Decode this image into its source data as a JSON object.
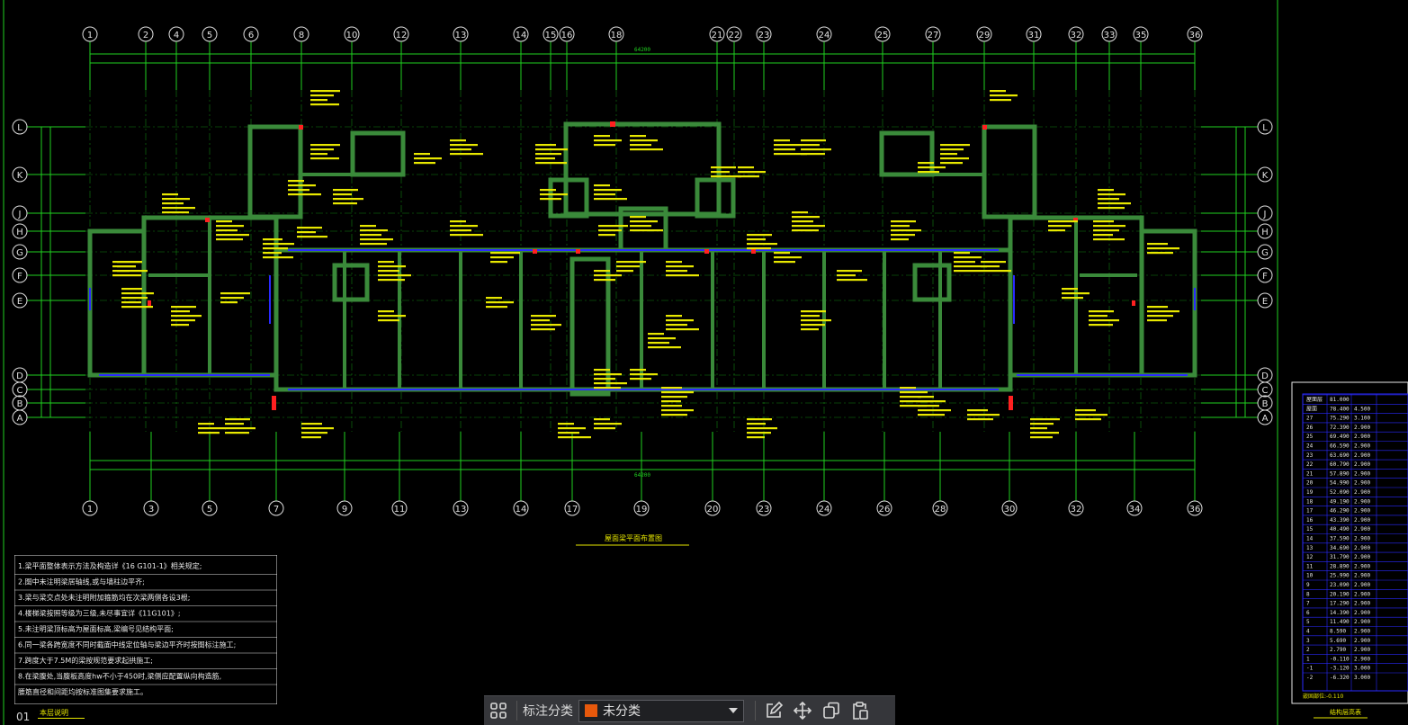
{
  "top_axes": [
    "1",
    "2",
    "4",
    "5",
    "6",
    "8",
    "10",
    "12",
    "13",
    "14",
    "15",
    "16",
    "18",
    "21",
    "22",
    "23",
    "24",
    "25",
    "27",
    "29",
    "31",
    "32",
    "33",
    "35",
    "36"
  ],
  "top_axes_x": [
    100,
    162,
    196,
    233,
    279,
    335,
    391,
    446,
    512,
    579,
    612,
    630,
    685,
    797,
    816,
    849,
    916,
    981,
    1037,
    1094,
    1149,
    1196,
    1233,
    1268,
    1328
  ],
  "bottom_axes": [
    "1",
    "3",
    "5",
    "7",
    "9",
    "11",
    "13",
    "14",
    "17",
    "19",
    "20",
    "23",
    "24",
    "26",
    "28",
    "30",
    "32",
    "34",
    "36"
  ],
  "bottom_axes_x": [
    100,
    168,
    233,
    307,
    383,
    444,
    512,
    579,
    636,
    713,
    792,
    849,
    916,
    983,
    1045,
    1122,
    1196,
    1261,
    1328
  ],
  "row_axes": [
    "L",
    "K",
    "J",
    "H",
    "G",
    "F",
    "E",
    "D",
    "C",
    "B",
    "A"
  ],
  "row_axes_y": [
    141,
    194,
    237,
    257,
    280,
    306,
    334,
    417,
    433,
    448,
    464
  ],
  "top_total_dim": "64200",
  "bottom_total_dim": "64200",
  "drawing_title": "屋面梁平面布置图",
  "notes": [
    "1.梁平面整体表示方法及构造详《16 G101-1》相关规定;",
    "2.图中未注明梁居轴线,或与墙柱边平齐;",
    "3.梁与梁交点处未注明附加箍筋均在次梁两侧各设3根;",
    "4.楼梯梁按照等级为三级,未尽事宜详《11G101》;",
    "5.未注明梁顶标高为屋面标高,梁编号见结构平面;",
    "6.同一梁各跨宽度不同时截面中线定位轴与梁边平齐时按图标注施工;",
    "7.跨度大于7.5M的梁按规范要求起拱施工;",
    "8.在梁腹处,当腹板高度hw不小于450时,梁侧应配置纵向构造筋,",
    "  腰筋直径和间距均按标准图集要求施工。"
  ],
  "notes_title": "本层说明",
  "page_number": "01",
  "table_title": "结构层高表",
  "table_rows": [
    [
      "屋面层",
      "81.000",
      ""
    ],
    [
      "屋面",
      "78.400",
      "4.500"
    ],
    [
      "27",
      "75.290",
      "3.100"
    ],
    [
      "26",
      "72.390",
      "2.900"
    ],
    [
      "25",
      "69.490",
      "2.900"
    ],
    [
      "24",
      "66.590",
      "2.900"
    ],
    [
      "23",
      "63.690",
      "2.900"
    ],
    [
      "22",
      "60.790",
      "2.900"
    ],
    [
      "21",
      "57.890",
      "2.900"
    ],
    [
      "20",
      "54.990",
      "2.900"
    ],
    [
      "19",
      "52.090",
      "2.900"
    ],
    [
      "18",
      "49.190",
      "2.900"
    ],
    [
      "17",
      "46.290",
      "2.900"
    ],
    [
      "16",
      "43.390",
      "2.900"
    ],
    [
      "15",
      "40.490",
      "2.900"
    ],
    [
      "14",
      "37.590",
      "2.900"
    ],
    [
      "13",
      "34.690",
      "2.900"
    ],
    [
      "12",
      "31.790",
      "2.900"
    ],
    [
      "11",
      "28.890",
      "2.900"
    ],
    [
      "10",
      "25.990",
      "2.900"
    ],
    [
      "9",
      "23.090",
      "2.900"
    ],
    [
      "8",
      "20.190",
      "2.900"
    ],
    [
      "7",
      "17.290",
      "2.900"
    ],
    [
      "6",
      "14.390",
      "2.900"
    ],
    [
      "5",
      "11.490",
      "2.900"
    ],
    [
      "4",
      "8.590",
      "2.900"
    ],
    [
      "3",
      "5.690",
      "2.900"
    ],
    [
      "2",
      "2.790",
      "2.900"
    ],
    [
      "1",
      "-0.110",
      "2.900"
    ],
    [
      "-1",
      "-3.120",
      "3.000"
    ],
    [
      "-2",
      "-6.320",
      "3.000"
    ]
  ],
  "table_footer": "嵌固部位:-0.110",
  "toolbar": {
    "grid_icon": "grid-icon",
    "label": "标注分类",
    "select_value": "未分类",
    "select_color": "#e8590c"
  },
  "colors": {
    "grid": "#1fd11f",
    "wall": "#3a8a3a",
    "beam_label": "#e8e800",
    "beam_blue": "#2a2aff",
    "col_red": "#ff2020",
    "bg": "#000000"
  }
}
